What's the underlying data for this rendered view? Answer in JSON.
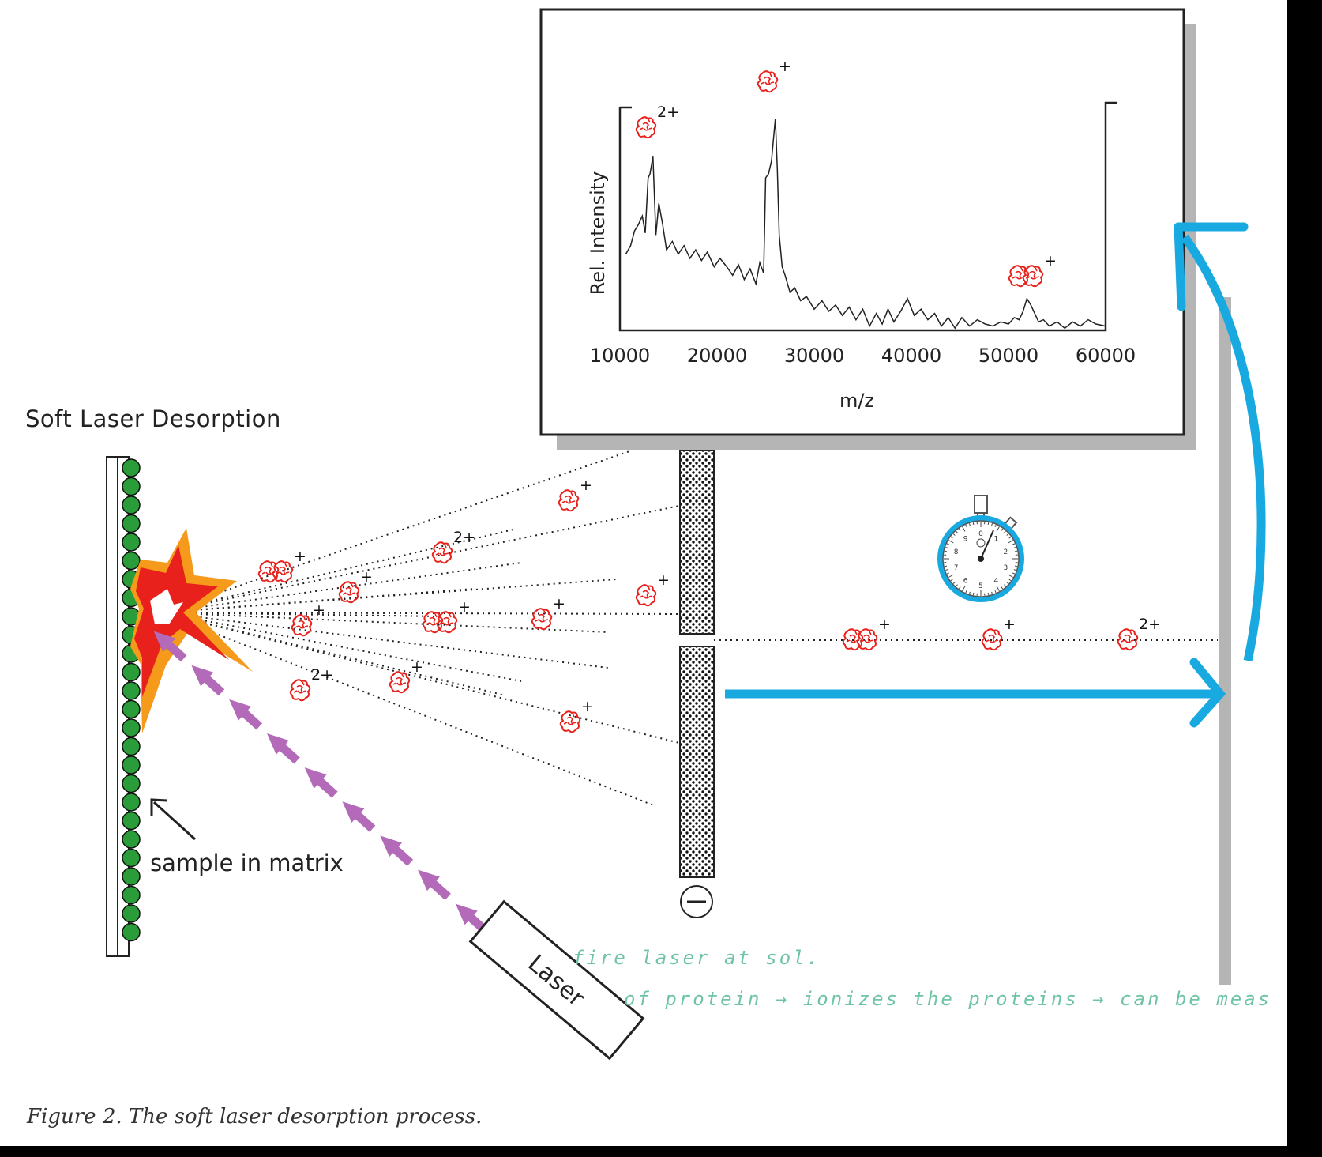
{
  "title": "Soft Laser Desorption",
  "label_sample": "sample in matrix",
  "laser_label": "Laser",
  "caption": "Figure 2. The soft laser desorption process.",
  "handwritten": {
    "line1": "fire laser at sol.",
    "line2": "of protein → ionizes the proteins → can be meas"
  },
  "charges": {
    "single": "+",
    "double": "2+"
  },
  "electrode_symbol": "−",
  "colors": {
    "arrow_blue": "#19a9e1",
    "laser_purple": "#b36ab8",
    "matrix_green": "#2a9d3a",
    "explosion_red": "#e8211c",
    "explosion_orange": "#f59a1b",
    "detector_gray": "#b5b5b5",
    "handwriting": "#6fc4a4"
  },
  "chart_data": {
    "type": "line",
    "xlabel": "m/z",
    "ylabel": "Rel. Intensity",
    "xlim": [
      10000,
      60000
    ],
    "ylim": [
      0,
      1
    ],
    "x_ticks": [
      "10000",
      "20000",
      "30000",
      "40000",
      "50000",
      "60000"
    ],
    "annotations": [
      {
        "x": 13000,
        "label": "2+"
      },
      {
        "x": 26000,
        "label": "+"
      },
      {
        "x": 52000,
        "label": "+"
      }
    ],
    "series": [
      {
        "x": [
          10600,
          11100,
          11500,
          11900,
          12300,
          12600,
          12900,
          13100,
          13400,
          13700,
          14000,
          14400,
          14800,
          15400,
          16000,
          16600,
          17200,
          17800,
          18400,
          19000,
          19700,
          20300,
          21000,
          21600,
          22200,
          22800,
          23400,
          24000,
          24400,
          24800,
          25000,
          25300,
          25600,
          25800,
          26000,
          26200,
          26400,
          26700,
          27000,
          27500,
          28000,
          28600,
          29200,
          30000,
          30800,
          31500,
          32200,
          32900,
          33600,
          34300,
          35000,
          35700,
          36400,
          37000,
          37600,
          38200,
          38900,
          39600,
          40300,
          41000,
          41700,
          42400,
          43100,
          43800,
          44500,
          45200,
          46000,
          46800,
          47600,
          48400,
          49200,
          50000,
          50600,
          51100,
          51500,
          51900,
          52300,
          52700,
          53100,
          53600,
          54200,
          55000,
          55800,
          56600,
          57400,
          58200,
          59000,
          60000
        ],
        "y": [
          0.36,
          0.4,
          0.47,
          0.5,
          0.54,
          0.46,
          0.72,
          0.74,
          0.82,
          0.45,
          0.6,
          0.5,
          0.38,
          0.42,
          0.36,
          0.4,
          0.34,
          0.38,
          0.33,
          0.37,
          0.3,
          0.34,
          0.3,
          0.26,
          0.31,
          0.24,
          0.29,
          0.22,
          0.32,
          0.27,
          0.72,
          0.74,
          0.8,
          0.9,
          1.0,
          0.76,
          0.45,
          0.3,
          0.26,
          0.18,
          0.2,
          0.14,
          0.16,
          0.1,
          0.14,
          0.09,
          0.12,
          0.07,
          0.11,
          0.05,
          0.1,
          0.02,
          0.08,
          0.03,
          0.1,
          0.04,
          0.09,
          0.15,
          0.07,
          0.1,
          0.05,
          0.08,
          0.02,
          0.06,
          0.01,
          0.06,
          0.02,
          0.05,
          0.03,
          0.02,
          0.04,
          0.03,
          0.06,
          0.05,
          0.09,
          0.15,
          0.12,
          0.08,
          0.04,
          0.05,
          0.02,
          0.04,
          0.01,
          0.04,
          0.02,
          0.05,
          0.03,
          0.02
        ]
      }
    ]
  }
}
